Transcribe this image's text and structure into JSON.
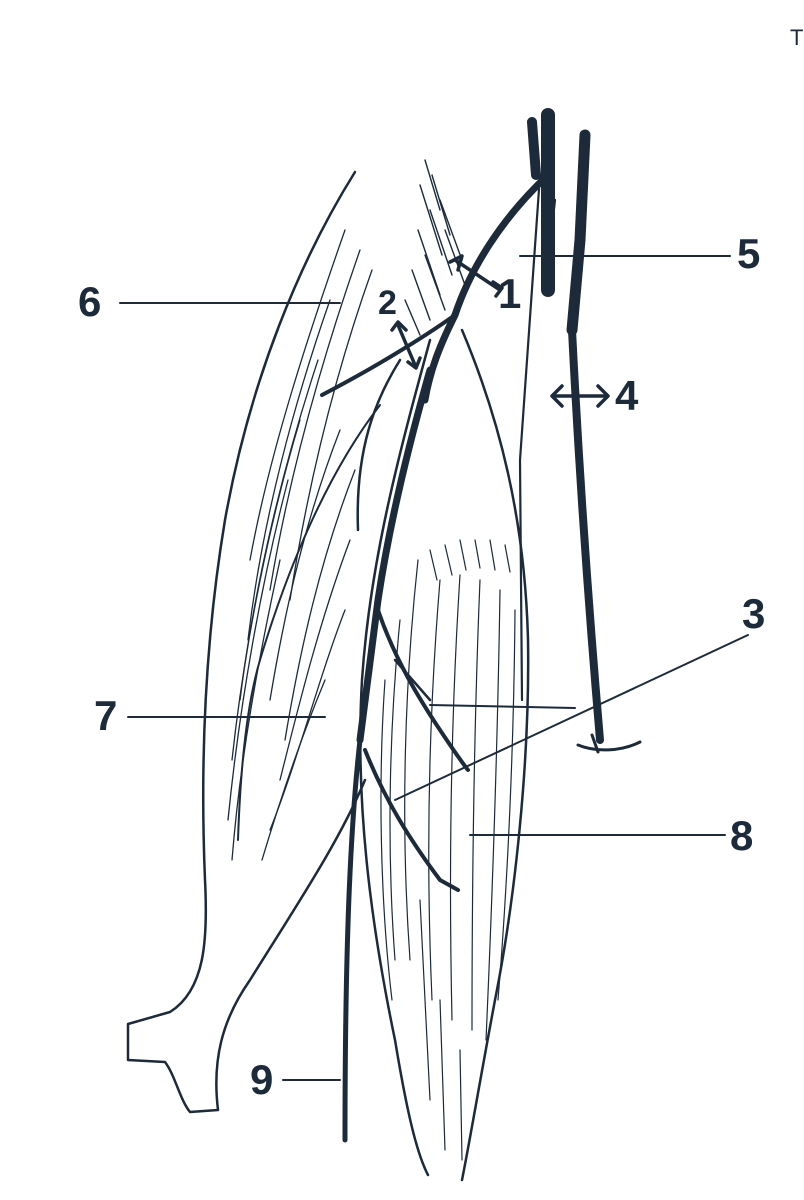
{
  "corner_mark": "T",
  "labels": {
    "l1": "1",
    "l2": "2",
    "l3": "3",
    "l4": "4",
    "l5": "5",
    "l6": "6",
    "l7": "7",
    "l8": "8",
    "l9": "9"
  },
  "colors": {
    "ink": "#1c2a3a",
    "background": "#ffffff"
  }
}
